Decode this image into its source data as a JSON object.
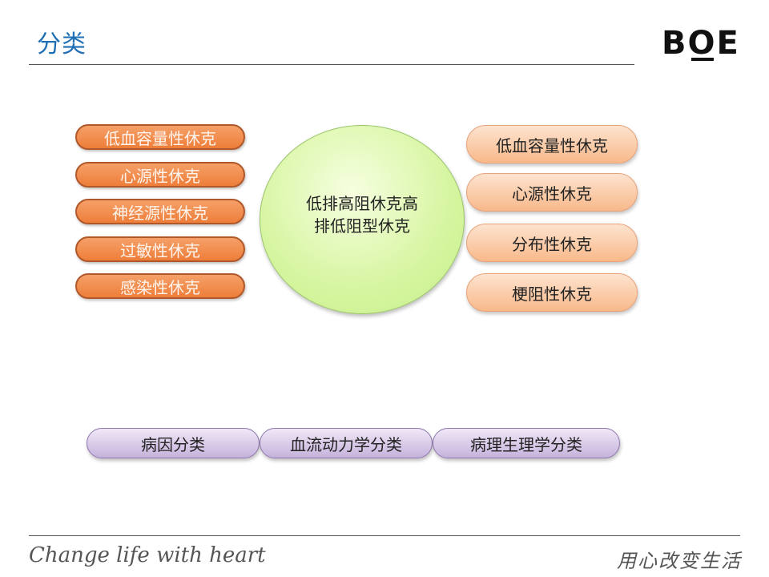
{
  "slide": {
    "title": "分类",
    "logo_text": "BOE"
  },
  "left_items": [
    "低血容量性休克",
    "心源性休克",
    "神经源性休克",
    "过敏性休克",
    "感染性休克"
  ],
  "center": {
    "text": "低排高阻休克高排低阻型休克"
  },
  "right_items": [
    "低血容量性休克",
    "心源性休克",
    "分布性休克",
    "梗阻性休克"
  ],
  "bottom_items": [
    "病因分类",
    "血流动力学分类",
    "病理生理学分类"
  ],
  "footer": {
    "slogan_en": "Change life with heart",
    "slogan_cn": "用心改变生活"
  },
  "colors": {
    "title": "#1f6fb5",
    "left_pill": "#ee7e3a",
    "right_pill": "#f8b98a",
    "center_circle": "#d6f5a0",
    "bottom_pill": "#c6b2dc"
  }
}
